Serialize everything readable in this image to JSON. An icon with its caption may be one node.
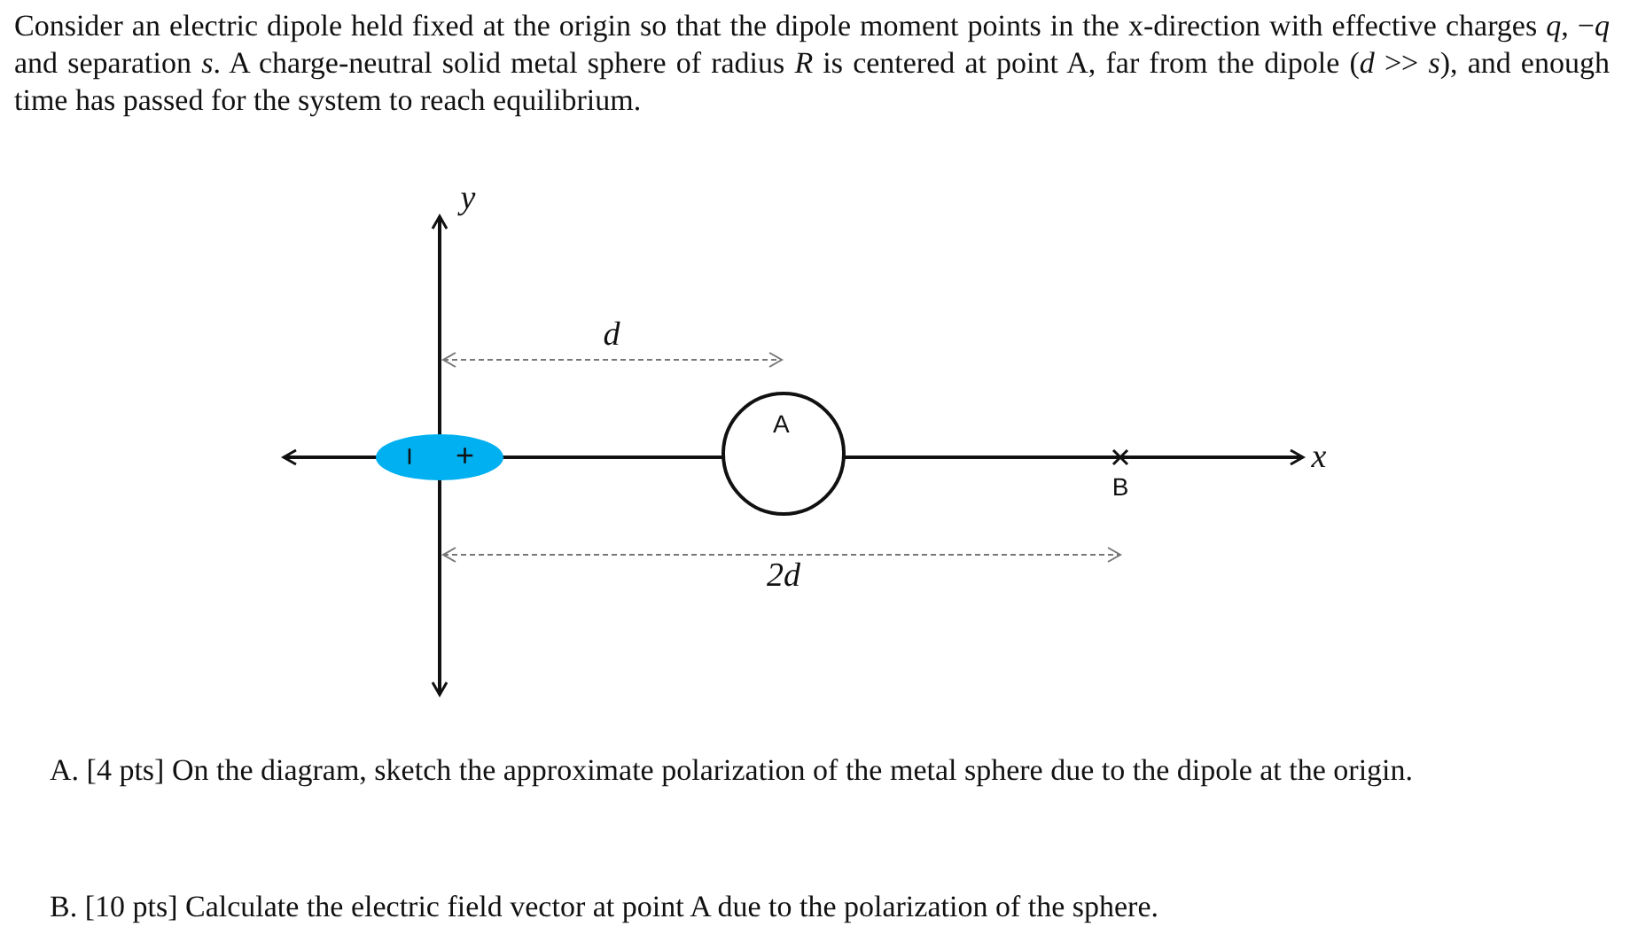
{
  "diagram": {
    "nodes": [
      {
        "text": [
          "−",
          "+"
        ]
      },
      {
        "text": [
          "A"
        ]
      }
    ],
    "edges": [],
    "labels": [
      "Consider an electric dipole held fixed at the origin so that the dipole moment points in the x-direction with effective charges *q*, −*q* and separation *s*. A charge-neutral solid metal sphere of radius *R* is centered at point A, far from the dipole (*d* >> *s*), and enough time has passed for the system to reach equilibrium.",
      "y",
      "d",
      "x",
      "B",
      "2d",
      "A. [4 pts] On the diagram, sketch the approximate polarization of the metal sphere due to the dipole at the origin.",
      "B. [10 pts] Calculate the electric field vector at point A due to the polarization of the sphere."
    ]
  }
}
